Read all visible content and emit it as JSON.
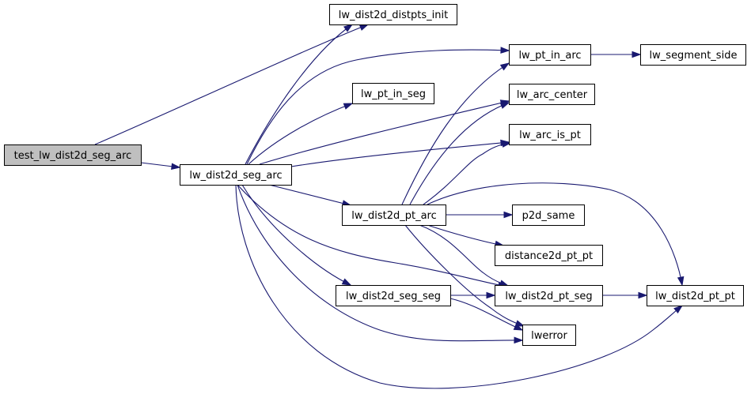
{
  "graph": {
    "edge_color": "#191970",
    "root_fill": "#bfbfbf",
    "node_fill": "#ffffff",
    "nodes": [
      {
        "id": "test_lw_dist2d_seg_arc",
        "label": "test_lw_dist2d_seg_arc",
        "root": true
      },
      {
        "id": "lw_dist2d_seg_arc",
        "label": "lw_dist2d_seg_arc"
      },
      {
        "id": "lw_dist2d_distpts_init",
        "label": "lw_dist2d_distpts_init"
      },
      {
        "id": "lw_pt_in_arc",
        "label": "lw_pt_in_arc"
      },
      {
        "id": "lw_segment_side",
        "label": "lw_segment_side"
      },
      {
        "id": "lw_pt_in_seg",
        "label": "lw_pt_in_seg"
      },
      {
        "id": "lw_arc_center",
        "label": "lw_arc_center"
      },
      {
        "id": "lw_arc_is_pt",
        "label": "lw_arc_is_pt"
      },
      {
        "id": "lw_dist2d_pt_arc",
        "label": "lw_dist2d_pt_arc"
      },
      {
        "id": "p2d_same",
        "label": "p2d_same"
      },
      {
        "id": "distance2d_pt_pt",
        "label": "distance2d_pt_pt"
      },
      {
        "id": "lw_dist2d_seg_seg",
        "label": "lw_dist2d_seg_seg"
      },
      {
        "id": "lw_dist2d_pt_seg",
        "label": "lw_dist2d_pt_seg"
      },
      {
        "id": "lw_dist2d_pt_pt",
        "label": "lw_dist2d_pt_pt"
      },
      {
        "id": "lwerror",
        "label": "lwerror"
      }
    ],
    "edges": [
      {
        "from": "test_lw_dist2d_seg_arc",
        "to": "lw_dist2d_distpts_init"
      },
      {
        "from": "test_lw_dist2d_seg_arc",
        "to": "lw_dist2d_seg_arc"
      },
      {
        "from": "lw_dist2d_seg_arc",
        "to": "lw_dist2d_distpts_init"
      },
      {
        "from": "lw_dist2d_seg_arc",
        "to": "lw_pt_in_arc"
      },
      {
        "from": "lw_dist2d_seg_arc",
        "to": "lw_pt_in_seg"
      },
      {
        "from": "lw_dist2d_seg_arc",
        "to": "lw_arc_center"
      },
      {
        "from": "lw_dist2d_seg_arc",
        "to": "lw_arc_is_pt"
      },
      {
        "from": "lw_dist2d_seg_arc",
        "to": "lw_dist2d_pt_arc"
      },
      {
        "from": "lw_dist2d_seg_arc",
        "to": "lw_dist2d_seg_seg"
      },
      {
        "from": "lw_dist2d_seg_arc",
        "to": "lw_dist2d_pt_seg"
      },
      {
        "from": "lw_dist2d_seg_arc",
        "to": "lwerror"
      },
      {
        "from": "lw_dist2d_seg_arc",
        "to": "lw_dist2d_pt_pt"
      },
      {
        "from": "lw_pt_in_arc",
        "to": "lw_segment_side"
      },
      {
        "from": "lw_dist2d_pt_arc",
        "to": "lw_pt_in_arc"
      },
      {
        "from": "lw_dist2d_pt_arc",
        "to": "lw_arc_center"
      },
      {
        "from": "lw_dist2d_pt_arc",
        "to": "lw_arc_is_pt"
      },
      {
        "from": "lw_dist2d_pt_arc",
        "to": "p2d_same"
      },
      {
        "from": "lw_dist2d_pt_arc",
        "to": "distance2d_pt_pt"
      },
      {
        "from": "lw_dist2d_pt_arc",
        "to": "lw_dist2d_pt_seg"
      },
      {
        "from": "lw_dist2d_pt_arc",
        "to": "lwerror"
      },
      {
        "from": "lw_dist2d_pt_arc",
        "to": "lw_dist2d_pt_pt"
      },
      {
        "from": "lw_dist2d_seg_seg",
        "to": "lw_dist2d_pt_seg"
      },
      {
        "from": "lw_dist2d_seg_seg",
        "to": "lwerror"
      },
      {
        "from": "lw_dist2d_pt_seg",
        "to": "lw_dist2d_pt_pt"
      }
    ]
  }
}
